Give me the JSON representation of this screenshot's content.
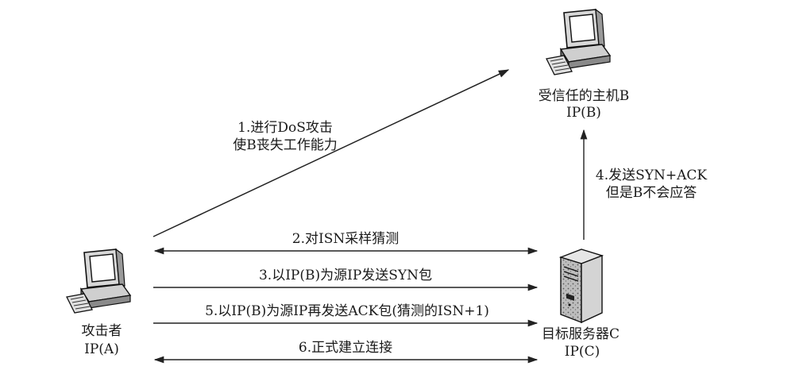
{
  "nodes": {
    "attacker": {
      "name": "攻击者",
      "ip": "IP(A)"
    },
    "trusted": {
      "name": "受信任的主机B",
      "ip": "IP(B)"
    },
    "target": {
      "name": "目标服务器C",
      "ip": "IP(C)"
    }
  },
  "steps": {
    "s1": {
      "line1": "1.进行DoS攻击",
      "line2": "使B丧失工作能力"
    },
    "s2": {
      "label": "2.对ISN采样猜测"
    },
    "s3": {
      "label": "3.以IP(B)为源IP发送SYN包"
    },
    "s4": {
      "line1": "4.发送SYN+ACK",
      "line2": "但是B不会应答"
    },
    "s5": {
      "label": "5.以IP(B)为源IP再发送ACK包(猜测的ISN+1)"
    },
    "s6": {
      "label": "6.正式建立连接"
    }
  }
}
